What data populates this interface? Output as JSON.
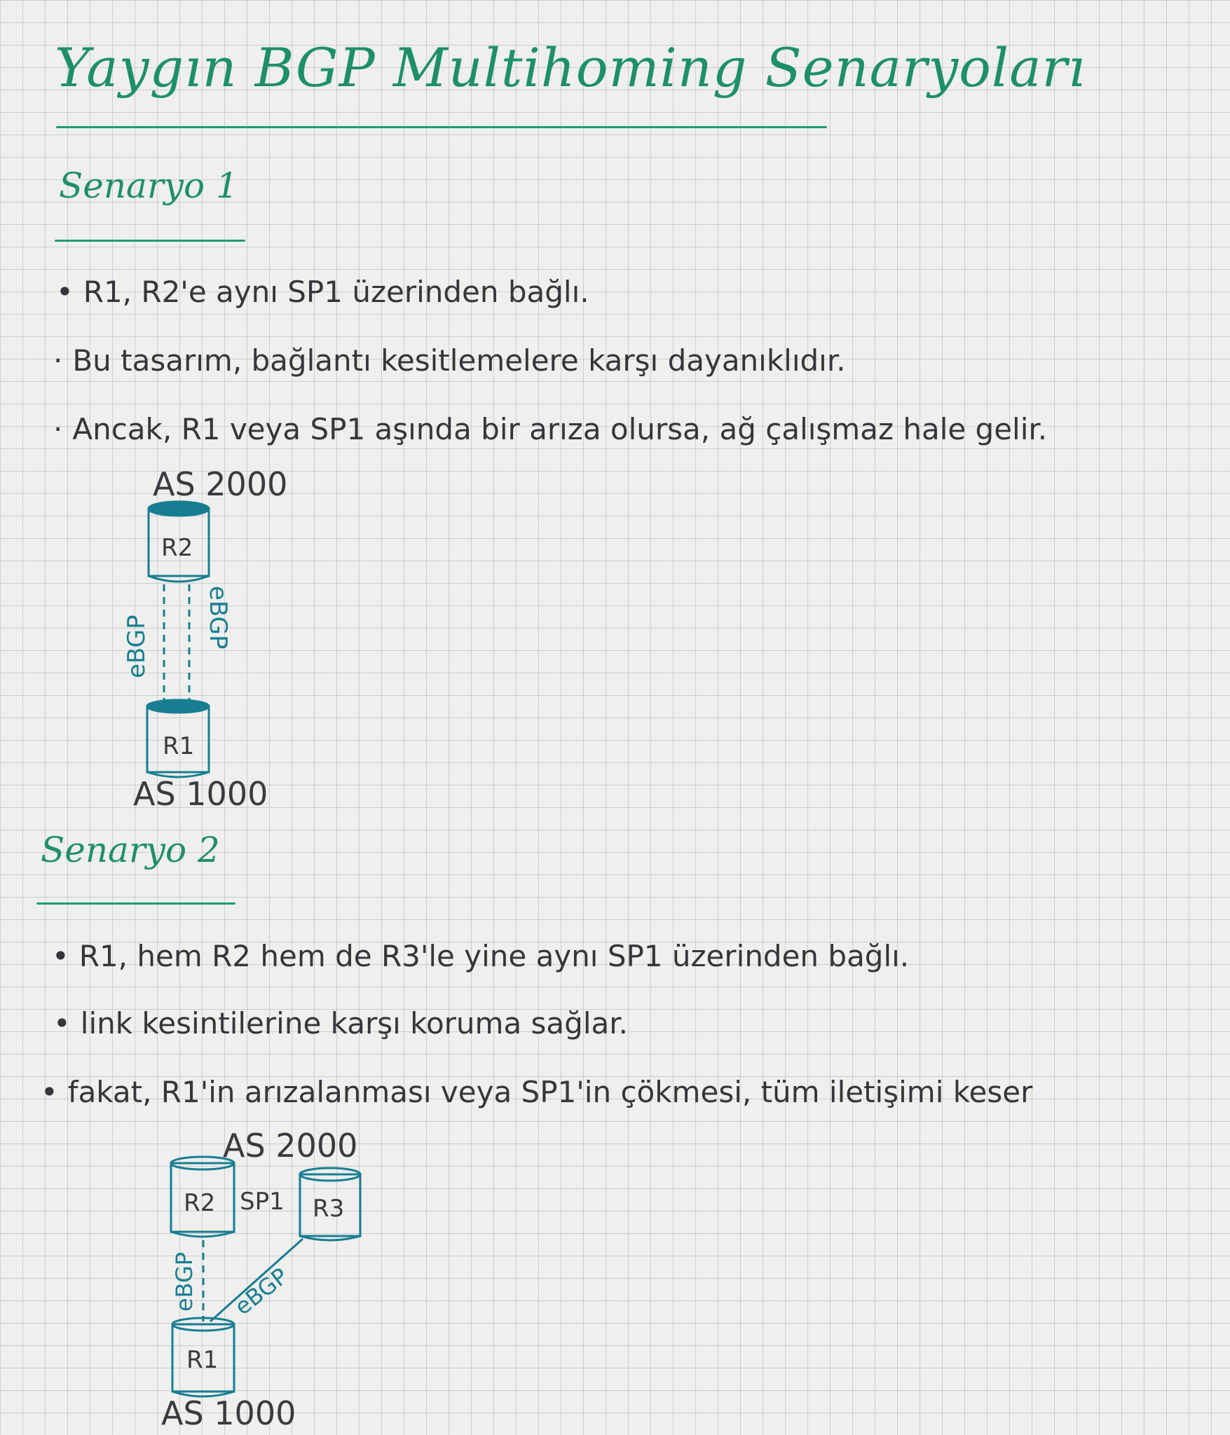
{
  "title": "Yaygın BGP Multihoming Senaryoları",
  "scenario1": {
    "heading": "Senaryo 1",
    "bullets": [
      "R1, R2'e aynı SP1 üzerinden bağlı.",
      "Bu tasarım, bağlantı kesitlemelere karşı dayanıklıdır.",
      "Ancak, R1 veya SP1 aşında bir arıza olursa, ağ çalışmaz hale gelir."
    ],
    "diagram": {
      "top_as": "AS 2000",
      "bottom_as": "AS 1000",
      "router_top": "R2",
      "router_bottom": "R1",
      "link_left": "eBGP",
      "link_right": "eBGP"
    }
  },
  "scenario2": {
    "heading": "Senaryo 2",
    "bullets": [
      "R1, hem R2 hem de R3'le yine aynı SP1 üzerinden bağlı.",
      "link kesintilerine karşı koruma sağlar.",
      "fakat, R1'in arızalanması veya SP1'in çökmesi, tüm iletişimi keser"
    ],
    "diagram": {
      "top_as": "AS 2000",
      "bottom_as": "AS 1000",
      "router_a": "R2",
      "router_b": "R3",
      "router_bottom": "R1",
      "provider": "SP1",
      "link_left": "eBGP",
      "link_diag": "eBGP"
    }
  },
  "colors": {
    "heading_ink": "#1d8f6b",
    "diagram_ink": "#177e92",
    "text_ink": "#35353b"
  }
}
